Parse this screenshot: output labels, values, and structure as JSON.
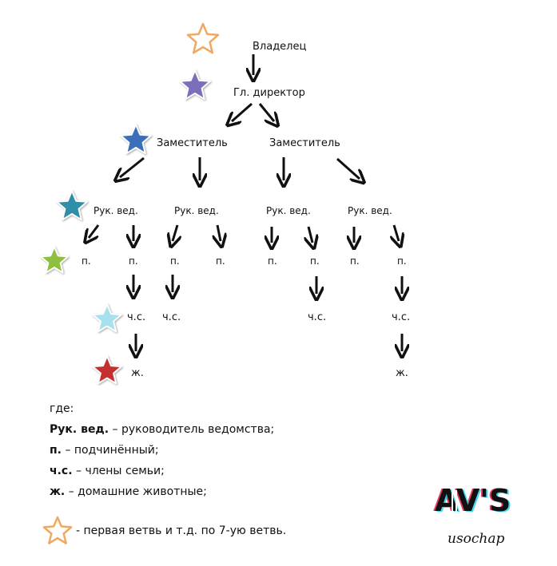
{
  "tree": {
    "owner": "Владелец",
    "ceo": "Гл. директор",
    "deputies": [
      "Заместитель",
      "Заместитель"
    ],
    "heads": [
      "Рук. вед.",
      "Рук. вед.",
      "Рук. вед.",
      "Рук. вед."
    ],
    "subordinate": "п.",
    "family": "ч.с.",
    "pet": "ж."
  },
  "legend": {
    "intro": "где:",
    "items": [
      {
        "term": "Рук. вед.",
        "text": " – руководитель ведомства;"
      },
      {
        "term": "п.",
        "text": " – подчинённый;"
      },
      {
        "term": "ч.с.",
        "text": " – члены семьи;"
      },
      {
        "term": "ж.",
        "text": " – домашние животные;"
      }
    ],
    "star_note": "- первая ветвь и т.д. по 7-ую ветвь."
  },
  "logo": {
    "text": "AV'S",
    "subtitle": "usochap"
  },
  "star_colors": {
    "owner": "#f0a860",
    "ceo": "#7a6fb8",
    "deputy": "#3b6fb8",
    "head": "#2f8fa8",
    "subordinate": "#8fbf3f",
    "family": "#a8e0f0",
    "pet": "#c43030",
    "note": "#f0a860"
  }
}
